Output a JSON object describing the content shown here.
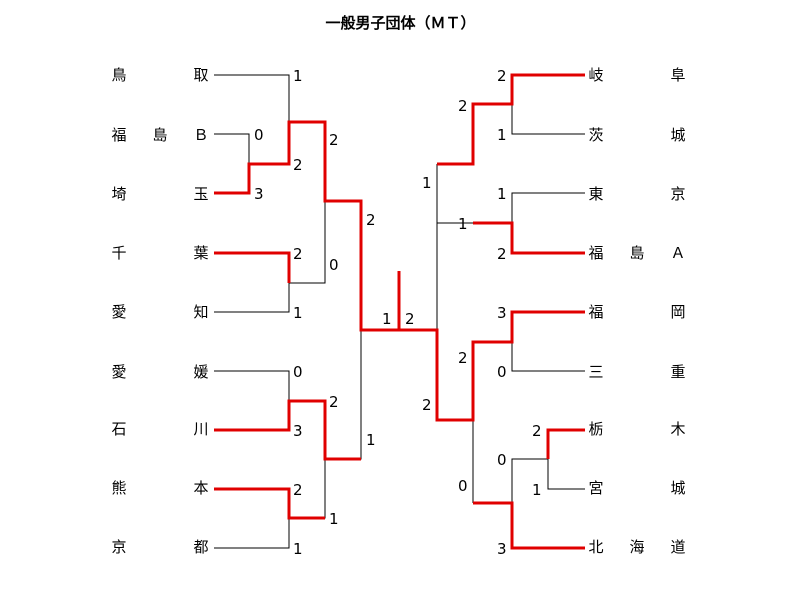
{
  "title": "一般男子団体（ＭＴ）",
  "colors": {
    "winner": "#e00000",
    "line": "#000000"
  },
  "left_teams": [
    {
      "name": "鳥取",
      "display": [
        "鳥",
        "",
        "取"
      ]
    },
    {
      "name": "福島B",
      "display": [
        "福",
        "島",
        "Ｂ"
      ]
    },
    {
      "name": "埼玉",
      "display": [
        "埼",
        "",
        "玉"
      ]
    },
    {
      "name": "千葉",
      "display": [
        "千",
        "",
        "葉"
      ]
    },
    {
      "name": "愛知",
      "display": [
        "愛",
        "",
        "知"
      ]
    },
    {
      "name": "愛媛",
      "display": [
        "愛",
        "",
        "媛"
      ]
    },
    {
      "name": "石川",
      "display": [
        "石",
        "",
        "川"
      ]
    },
    {
      "name": "熊本",
      "display": [
        "熊",
        "",
        "本"
      ]
    },
    {
      "name": "京都",
      "display": [
        "京",
        "",
        "都"
      ]
    }
  ],
  "right_teams": [
    {
      "name": "岐阜",
      "display": [
        "岐",
        "",
        "阜"
      ]
    },
    {
      "name": "茨城",
      "display": [
        "茨",
        "",
        "城"
      ]
    },
    {
      "name": "東京",
      "display": [
        "東",
        "",
        "京"
      ]
    },
    {
      "name": "福島A",
      "display": [
        "福",
        "島",
        "Ａ"
      ]
    },
    {
      "name": "福岡",
      "display": [
        "福",
        "",
        "岡"
      ]
    },
    {
      "name": "三重",
      "display": [
        "三",
        "",
        "重"
      ]
    },
    {
      "name": "栃木",
      "display": [
        "栃",
        "",
        "木"
      ]
    },
    {
      "name": "宮城",
      "display": [
        "宮",
        "",
        "城"
      ]
    },
    {
      "name": "北海道",
      "display": [
        "北",
        "海",
        "道"
      ]
    }
  ],
  "matches": [
    {
      "id": "L1",
      "a": "福島B",
      "b": "埼玉",
      "score_a": "0",
      "score_b": "3",
      "winner": "埼玉"
    },
    {
      "id": "L2",
      "a": "鳥取",
      "b": "埼玉",
      "score_a": "1",
      "score_b": "2",
      "winner": "埼玉"
    },
    {
      "id": "L3",
      "a": "千葉",
      "b": "愛知",
      "score_a": "2",
      "score_b": "1",
      "winner": "千葉"
    },
    {
      "id": "L4",
      "a": "埼玉",
      "b": "千葉",
      "score_a": "2",
      "score_b": "0",
      "winner": "埼玉"
    },
    {
      "id": "L5",
      "a": "愛媛",
      "b": "石川",
      "score_a": "0",
      "score_b": "3",
      "winner": "石川"
    },
    {
      "id": "L6",
      "a": "熊本",
      "b": "京都",
      "score_a": "2",
      "score_b": "1",
      "winner": "熊本"
    },
    {
      "id": "L7",
      "a": "石川",
      "b": "熊本",
      "score_a": "2",
      "score_b": "1",
      "winner": "石川"
    },
    {
      "id": "L8",
      "a": "埼玉",
      "b": "石川",
      "score_a": "2",
      "score_b": "1",
      "winner": "埼玉"
    },
    {
      "id": "R1",
      "a": "岐阜",
      "b": "茨城",
      "score_a": "2",
      "score_b": "1",
      "winner": "岐阜"
    },
    {
      "id": "R2",
      "a": "東京",
      "b": "福島A",
      "score_a": "1",
      "score_b": "2",
      "winner": "福島A"
    },
    {
      "id": "R3",
      "a": "岐阜",
      "b": "福島A",
      "score_a": "2",
      "score_b": "1",
      "winner": "岐阜"
    },
    {
      "id": "R4",
      "a": "福岡",
      "b": "三重",
      "score_a": "3",
      "score_b": "0",
      "winner": "福岡"
    },
    {
      "id": "R5",
      "a": "栃木",
      "b": "宮城",
      "score_a": "2",
      "score_b": "1",
      "winner": "栃木"
    },
    {
      "id": "R6",
      "a": "栃木",
      "b": "北海道",
      "score_a": "0",
      "score_b": "3",
      "winner": "北海道"
    },
    {
      "id": "R7",
      "a": "福岡",
      "b": "北海道",
      "score_a": "2",
      "score_b": "0",
      "winner": "福岡"
    },
    {
      "id": "R8",
      "a": "岐阜",
      "b": "福岡",
      "score_a": "1",
      "score_b": "2",
      "winner": "福岡"
    },
    {
      "id": "F",
      "a": "埼玉",
      "b": "福岡",
      "score_a": "1",
      "score_b": "2",
      "winner": "福岡"
    }
  ]
}
